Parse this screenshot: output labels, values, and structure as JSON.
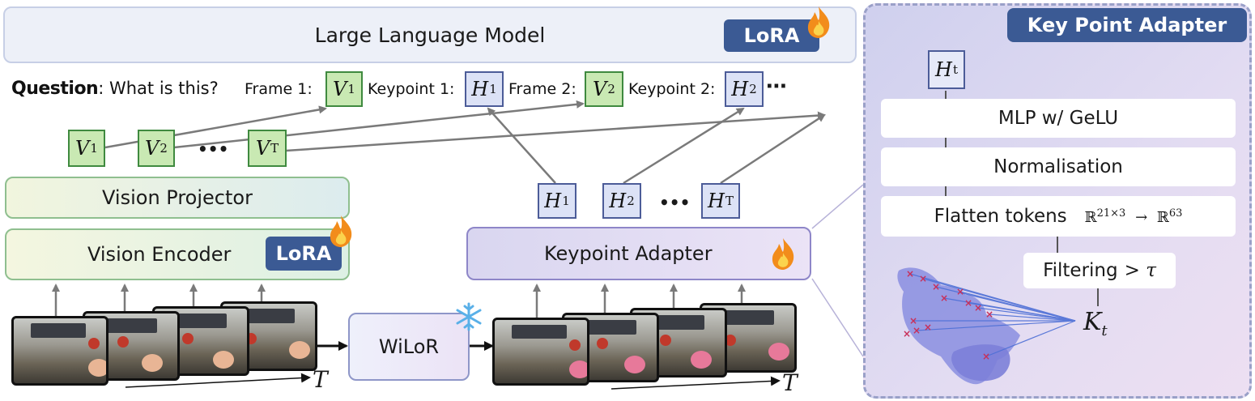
{
  "llm": {
    "title": "Large Language Model",
    "lora": "LoRA"
  },
  "question": {
    "label": "Question",
    "text": ": What is this?",
    "frame1": "Frame 1:",
    "keypoint1": "Keypoint 1:",
    "frame2": "Frame 2:",
    "keypoint2": "Keypoint 2:",
    "ellipsis": "⋯"
  },
  "tokens": {
    "v_letter": "V",
    "h_letter": "H",
    "sub_1": "1",
    "sub_2": "2",
    "sub_T": "T",
    "ellipsis": "•••"
  },
  "modules": {
    "vision_projector": "Vision Projector",
    "vision_encoder": "Vision Encoder",
    "vision_encoder_lora": "LoRA",
    "keypoint_adapter": "Keypoint Adapter",
    "wilor": "WiLoR"
  },
  "time_axis": "T",
  "panel": {
    "title": "Key Point Adapter",
    "ht_letter": "H",
    "ht_sub": "t",
    "mlp": "MLP w/ GeLU",
    "norm": "Normalisation",
    "flatten": "Flatten tokens",
    "flatten_from_base": "ℝ",
    "flatten_from_exp": "21×3",
    "flatten_arrow": "→",
    "flatten_to_base": "ℝ",
    "flatten_to_exp": "63",
    "filtering": "Filtering",
    "filtering_op": "> τ",
    "kt_letter": "K",
    "kt_sub": "t"
  },
  "colors": {
    "lora_blue": "#3b5a94",
    "v_token_fill": "#c9e9b3",
    "h_token_fill": "#dce2f6",
    "arrow_gray": "#7a7a7a"
  }
}
